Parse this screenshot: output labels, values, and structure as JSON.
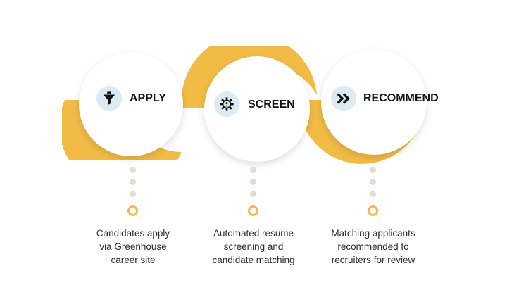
{
  "accent_color": "#f1bb45",
  "steps": [
    {
      "title": "APPLY",
      "icon": "funnel-icon",
      "description_lines": [
        "Candidates apply",
        "via Greenhouse",
        "career site"
      ]
    },
    {
      "title": "SCREEN",
      "icon": "gear-person-icon",
      "description_lines": [
        "Automated resume",
        "screening and",
        "candidate matching"
      ]
    },
    {
      "title": "RECOMMEND",
      "icon": "double-chevron-right-icon",
      "description_lines": [
        "Matching applicants",
        "recommended to",
        "recruiters for review"
      ]
    }
  ]
}
